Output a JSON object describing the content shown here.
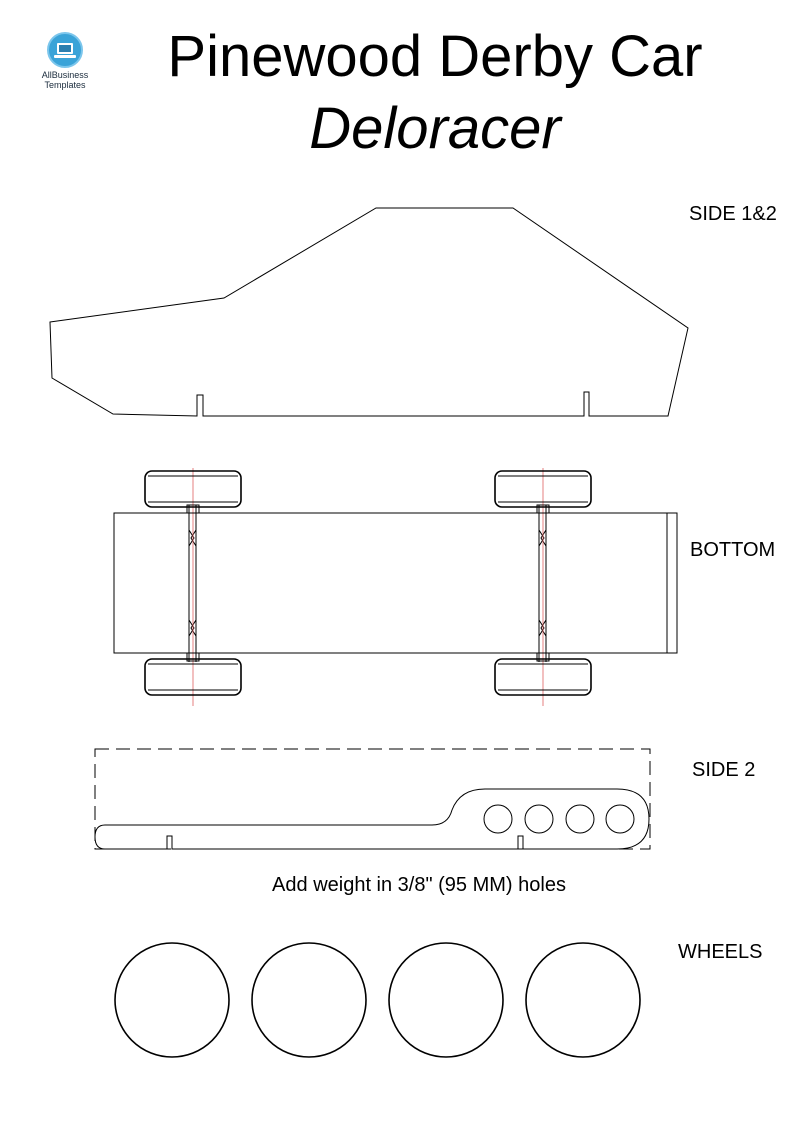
{
  "logo": {
    "line1": "AllBusiness",
    "line2": "Templates"
  },
  "title": {
    "line1": "Pinewood Derby Car",
    "line2": "Deloracer"
  },
  "labels": {
    "side12": "SIDE 1&2",
    "bottom": "BOTTOM",
    "side2": "SIDE 2",
    "wheels": "WHEELS"
  },
  "caption": "Add weight in 3/8\" (95 MM) holes",
  "colors": {
    "line": "#000000",
    "axle_center": "#e06060",
    "logo_blue": "#3aa3d8"
  }
}
